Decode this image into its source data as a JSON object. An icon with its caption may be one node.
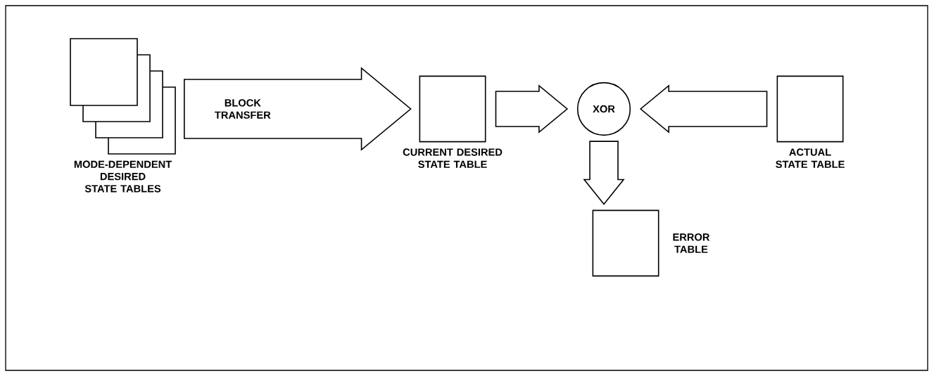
{
  "diagram": {
    "nodes": [
      {
        "text": [
          "MODE-DEPENDENT DESIRED STATE TABLES"
        ]
      },
      {
        "text": [
          "CURRENT DESIRED STATE TABLE"
        ]
      },
      {
        "text": [
          "XOR"
        ]
      },
      {
        "text": [
          "ACTUAL STATE TABLE"
        ]
      },
      {
        "text": [
          "ERROR TABLE"
        ]
      }
    ],
    "edges": [
      {
        "from": 0,
        "to": 1,
        "arrow": "to",
        "label": "BLOCK TRANSFER"
      },
      {
        "from": 1,
        "to": 2,
        "arrow": "to"
      },
      {
        "from": 3,
        "to": 2,
        "arrow": "to"
      },
      {
        "from": 2,
        "to": 4,
        "arrow": "to"
      }
    ]
  }
}
